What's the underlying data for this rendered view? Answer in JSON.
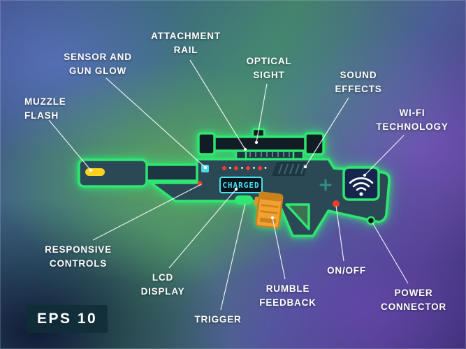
{
  "badge": {
    "text": "EPS 10"
  },
  "gun": {
    "lcd_text": "CHARGED"
  },
  "labels": {
    "muzzle_flash": "MUZZLE\nFLASH",
    "sensor_gun_glow": "SENSOR AND\nGUN GLOW",
    "attachment_rail": "ATTACHMENT\nRAIL",
    "optical_sight": "OPTICAL\nSIGHT",
    "sound_effects": "SOUND\nEFFECTS",
    "wifi_technology": "WI-FI\nTECHNOLOGY",
    "responsive_controls": "RESPONSIVE\nCONTROLS",
    "lcd_display": "LCD\nDISPLAY",
    "trigger": "TRIGGER",
    "rumble_feedback": "RUMBLE\nFEEDBACK",
    "on_off": "ON/OFF",
    "power_connector": "POWER\nCONNECTOR"
  },
  "colors": {
    "glow-green": "#2ee671",
    "body-dark": "#2b4855",
    "body-darker": "#1d3642",
    "scope-black": "#111c24",
    "lcd-cyan": "#45e2ef",
    "lcd-bg": "#04141c",
    "muzzle-yellow": "#ffd21f",
    "rumble-orange": "#f2a031",
    "rumble-orange-dark": "#c9821d",
    "wifi-navy": "#16254d",
    "indicator-red": "#e8402a",
    "sensor-cyan": "#4fd9e8",
    "guard-hole": "#3e7153"
  }
}
